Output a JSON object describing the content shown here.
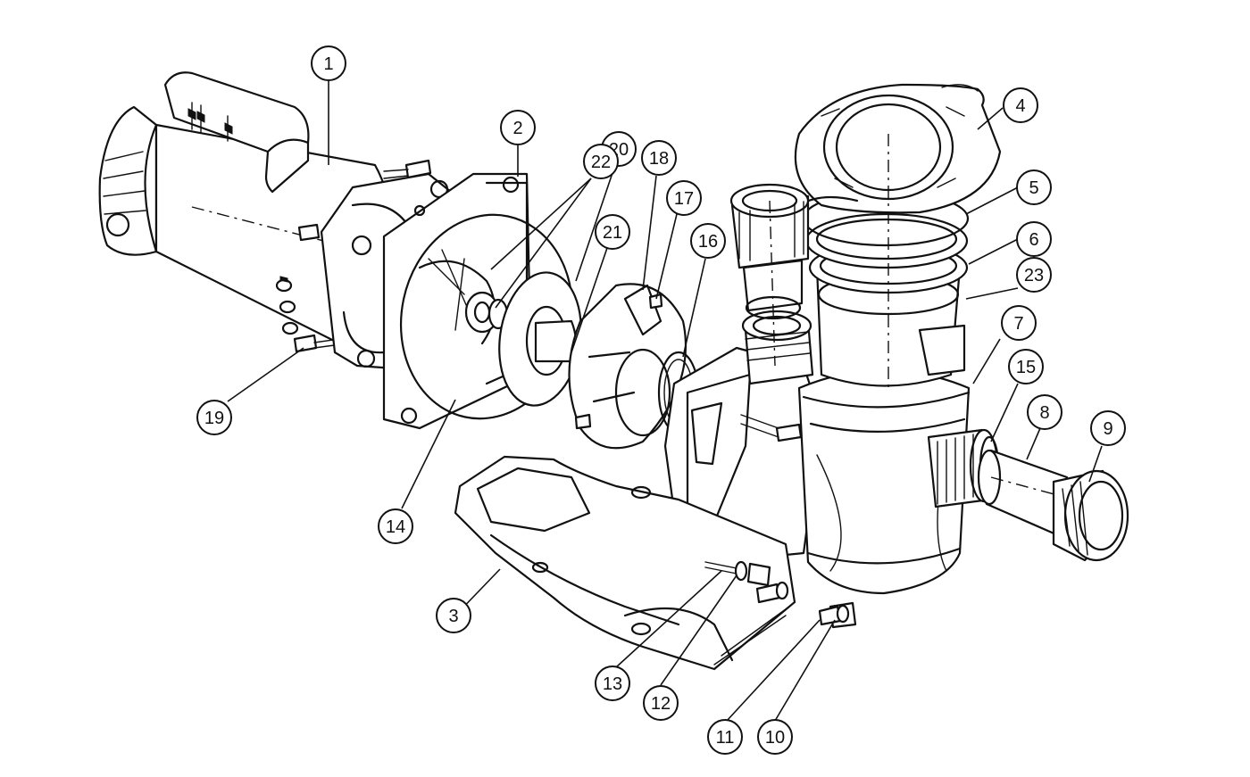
{
  "callouts": [
    {
      "label": "1"
    },
    {
      "label": "2"
    },
    {
      "label": "3"
    },
    {
      "label": "4"
    },
    {
      "label": "5"
    },
    {
      "label": "6"
    },
    {
      "label": "7"
    },
    {
      "label": "8"
    },
    {
      "label": "9"
    },
    {
      "label": "10"
    },
    {
      "label": "11"
    },
    {
      "label": "12"
    },
    {
      "label": "13"
    },
    {
      "label": "14"
    },
    {
      "label": "15"
    },
    {
      "label": "16"
    },
    {
      "label": "17"
    },
    {
      "label": "18"
    },
    {
      "label": "19"
    },
    {
      "label": "20"
    },
    {
      "label": "21"
    },
    {
      "label": "22"
    },
    {
      "label": "23"
    }
  ]
}
